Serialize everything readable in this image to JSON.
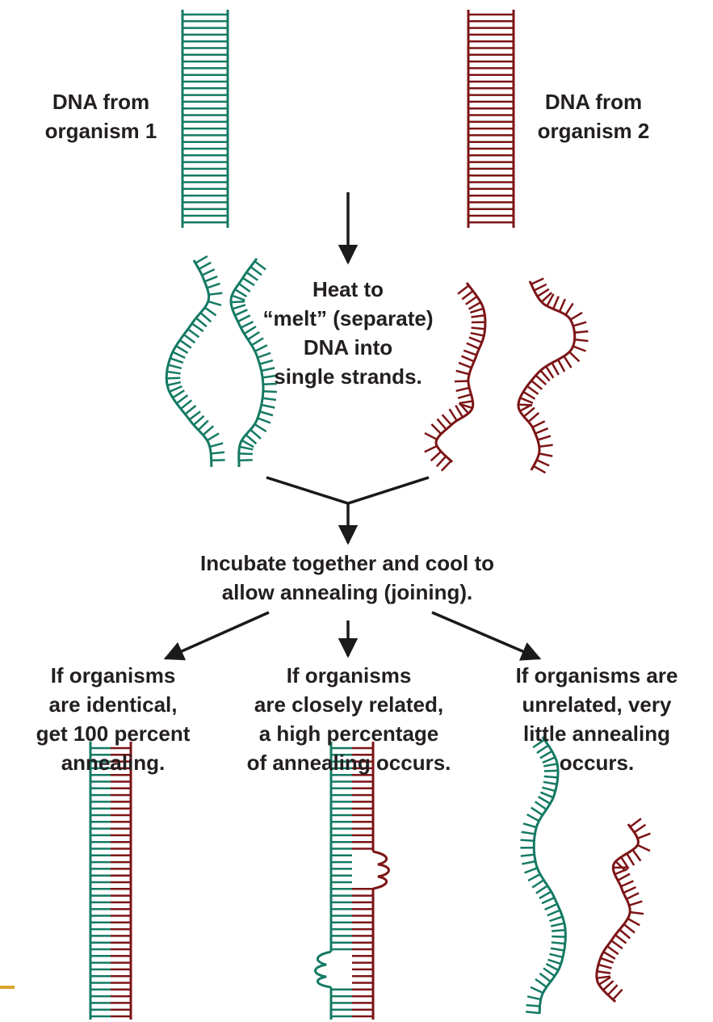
{
  "colors": {
    "organism1_strand": "#147a64",
    "organism2_strand": "#7c1416",
    "text": "#231f20",
    "arrow": "#1a1a1a",
    "accent_mark": "#d9a32b"
  },
  "labels": {
    "dna1": [
      "DNA from",
      "organism 1"
    ],
    "dna2": [
      "DNA from",
      "organism 2"
    ],
    "heat": [
      "Heat to",
      "“melt” (separate)",
      "DNA into",
      "single strands."
    ],
    "incubate": [
      "Incubate together and cool to",
      "allow annealing (joining)."
    ],
    "outcome_identical": [
      "If organisms",
      "are identical,",
      "get 100 percent",
      "annealing."
    ],
    "outcome_related": [
      "If organisms",
      "are closely related,",
      "a high percentage",
      "of annealing occurs."
    ],
    "outcome_unrelated": [
      "If organisms are",
      "unrelated, very",
      "little annealing",
      "occurs."
    ]
  }
}
